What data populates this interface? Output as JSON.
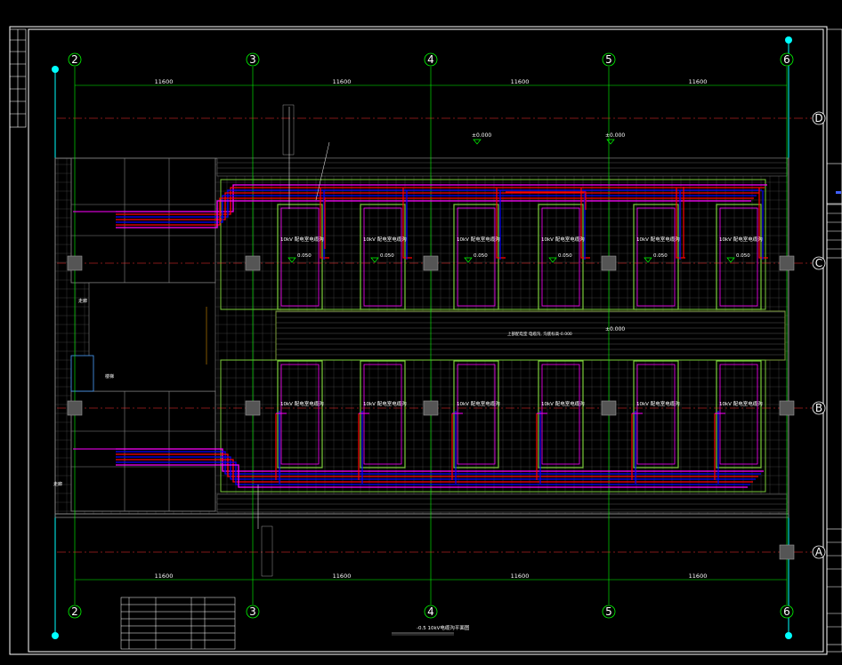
{
  "drawing": {
    "title": "-0.5 10kV电缆沟平面图",
    "grid_columns": [
      "2",
      "3",
      "4",
      "5",
      "6"
    ],
    "grid_rows": [
      "D",
      "C",
      "B",
      "A"
    ],
    "bay_dimensions": [
      "11600",
      "11600",
      "11600",
      "11600"
    ],
    "elevation_marks": [
      "±0.000",
      "±0.000",
      "±0.000"
    ],
    "room_labels": [
      "10kV 配电室电缆沟",
      "10kV 配电室电缆沟",
      "10kV 配电室电缆沟",
      "10kV 配电室电缆沟",
      "10kV 配电室电缆沟",
      "10kV 配电室电缆沟"
    ],
    "room_labels_lower": [
      "10kV 配电室电缆沟",
      "10kV 配电室电缆沟",
      "10kV 配电室电缆沟",
      "10kV 配电室电缆沟",
      "10kV 配电室电缆沟",
      "10kV 配电室电缆沟"
    ],
    "room_levels": [
      "0.050",
      "0.050",
      "0.050",
      "0.050",
      "0.050",
      "0.050"
    ],
    "corridor_note": "上部配电室 电缆沟, 沟底标高-0.000",
    "stair_label": "楼梯",
    "left_label_1": "走廊",
    "left_label_2": "走廊"
  },
  "colors": {
    "background": "#000000",
    "grid_line": "#00ff00",
    "grid_axis_red": "#ff0000",
    "cable_red": "#ff0000",
    "cable_blue": "#0000ff",
    "trench_magenta": "#ff00ff",
    "wall": "#808080",
    "cyan_marker": "#00ffff"
  }
}
